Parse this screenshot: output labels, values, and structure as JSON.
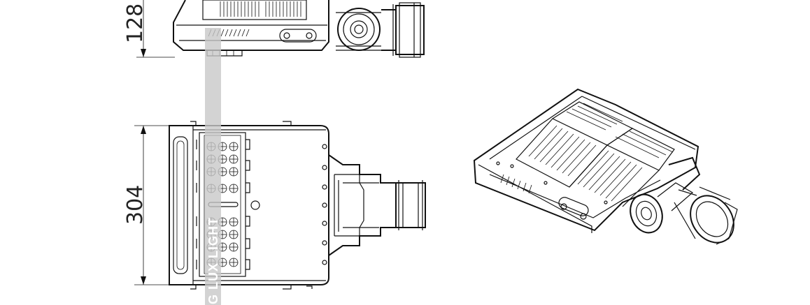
{
  "dimensions": {
    "height_label": "128",
    "width_label": "304"
  },
  "watermark": {
    "text": "G    LUX LIGHT"
  },
  "colors": {
    "line": "#111111",
    "watermark_band": "#c8c8c8"
  }
}
